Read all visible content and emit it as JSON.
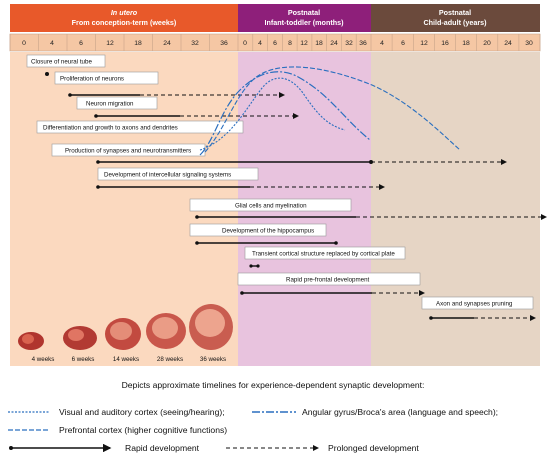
{
  "headers": {
    "in_utero_title": "In utero",
    "in_utero_sub": "From conception-term (weeks)",
    "infant_title": "Postnatal",
    "infant_sub": "Infant-toddler (months)",
    "child_title": "Postnatal",
    "child_sub": "Child-adult (years)"
  },
  "ticks": {
    "weeks": [
      "0",
      "4",
      "6",
      "12",
      "18",
      "24",
      "32",
      "36"
    ],
    "months": [
      "0",
      "4",
      "6",
      "8",
      "12",
      "18",
      "24",
      "32",
      "36"
    ],
    "years": [
      "4",
      "6",
      "12",
      "16",
      "18",
      "20",
      "24",
      "30"
    ]
  },
  "processes": [
    "Closure of neural tube",
    "Proliferation of neurons",
    "Neuron migration",
    "Differentiation and growth to axons and dendrites",
    "Production of synapses and neurotransmitters",
    "Development of intercellular signaling systems",
    "Glial cells and myelination",
    "Development of the hippocampus",
    "Transient cortical structure replaced by cortical plate",
    "Rapid pre-frontal development",
    "Axon and synapses pruning"
  ],
  "embryo_labels": [
    "4 weeks",
    "6 weeks",
    "14 weeks",
    "28 weeks",
    "36 weeks"
  ],
  "legend": {
    "caption": "Depicts approximate timelines for experience-dependent synaptic development:",
    "visual": "Visual and auditory cortex (seeing/hearing);",
    "angular": "Angular gyrus/Broca's area (language and speech);",
    "prefrontal": "Prefrontal cortex (higher cognitive functions)",
    "rapid": "Rapid development",
    "prolonged": "Prolonged development"
  },
  "colors": {
    "in_utero_header": "#e8592a",
    "in_utero_band": "#fbd9bf",
    "infant_header": "#8e1f7a",
    "infant_band": "#e8c3de",
    "child_header": "#6b4a3c",
    "child_band": "#e6d5c5",
    "tick_row": "#f5c7a4",
    "curve_blue": "#2a6fbf"
  }
}
